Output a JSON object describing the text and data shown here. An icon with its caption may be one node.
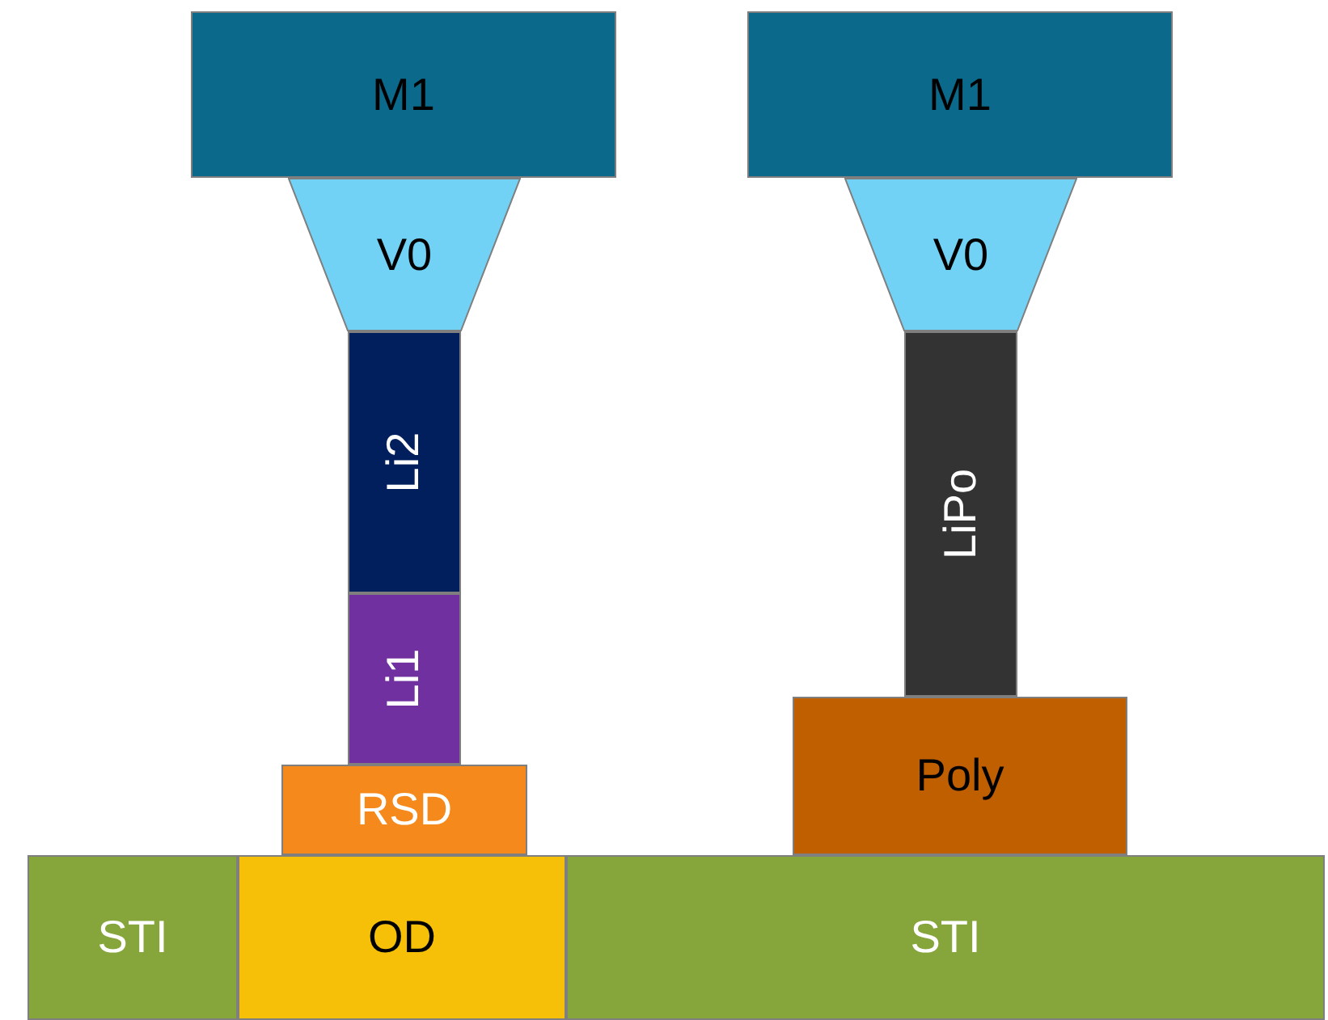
{
  "diagram": {
    "nodes": [
      {
        "text": [
          "M1"
        ]
      },
      {
        "text": [
          "M1"
        ]
      },
      {
        "text": [
          "V0"
        ]
      },
      {
        "text": [
          "V0"
        ]
      },
      {
        "text": [
          "Li2"
        ]
      },
      {
        "text": [
          "LiPo"
        ]
      },
      {
        "text": [
          "Li1"
        ]
      },
      {
        "text": [
          "Poly"
        ]
      },
      {
        "text": [
          "RSD"
        ]
      },
      {
        "text": [
          "STI"
        ]
      },
      {
        "text": [
          "OD"
        ]
      },
      {
        "text": [
          "STI"
        ]
      }
    ]
  }
}
